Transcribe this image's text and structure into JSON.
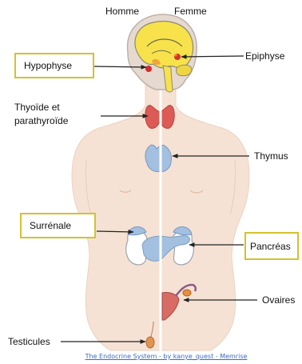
{
  "header": {
    "male_label": "Homme",
    "female_label": "Femme"
  },
  "labels": {
    "hypophyse": "Hypophyse",
    "epiphyse": "Epiphyse",
    "thyroid": [
      "Thyoïde et",
      "parathyroïde"
    ],
    "thymus": "Thymus",
    "surrenale": "Surrénale",
    "pancreas": "Pancréas",
    "ovaires": "Ovaires",
    "testicules": "Testicules"
  },
  "caption": {
    "text": "The Endocrine System - by kanye_quest - Memrise"
  },
  "colors": {
    "label_box_border": "#d3c22e",
    "brain": "#f7e24b",
    "thyroid": "#dc5b56",
    "gland_blue": "#a3c0e0",
    "skin": "#f5e2d4",
    "caption_link": "#3a6bc4"
  }
}
